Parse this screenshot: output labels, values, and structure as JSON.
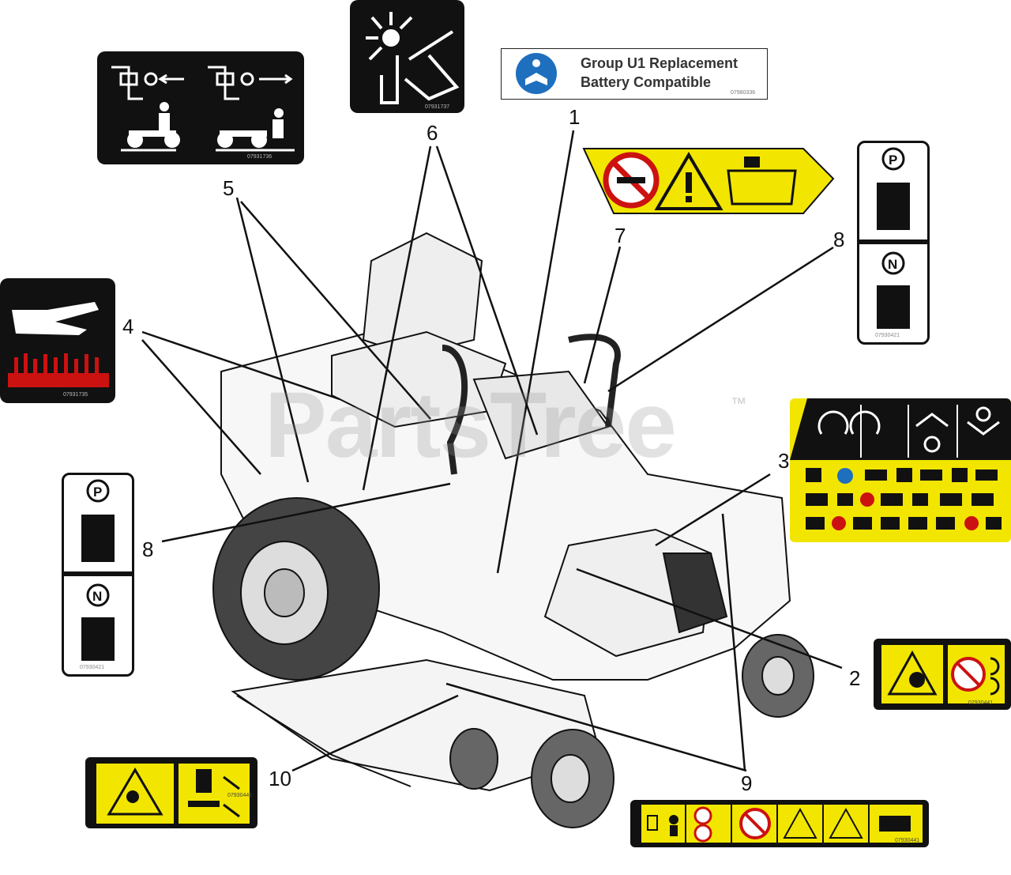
{
  "diagram": {
    "watermark": "PartsTree",
    "trademark": "™",
    "callouts": [
      "1",
      "2",
      "3",
      "4",
      "5",
      "6",
      "7",
      "8",
      "8",
      "9",
      "10"
    ]
  },
  "decals": {
    "battery": {
      "line1": "Group U1 Replacement",
      "line2": "Battery Compatible",
      "part": "07980336"
    },
    "decal_5": {
      "part": "07931736"
    },
    "decal_6": {
      "part": "07931737"
    },
    "decal_4": {
      "part": "07931735"
    },
    "decal_8a": {
      "part": "07930421"
    },
    "decal_8b": {
      "part": "07930421"
    },
    "decal_2": {
      "part": "07930441"
    },
    "decal_10": {
      "part": "07930441"
    },
    "decal_9": {
      "part": "07930441"
    }
  },
  "colors": {
    "warning_yellow": "#f2e600",
    "black": "#111111",
    "red": "#cc1111",
    "blue": "#1f6fbf"
  }
}
